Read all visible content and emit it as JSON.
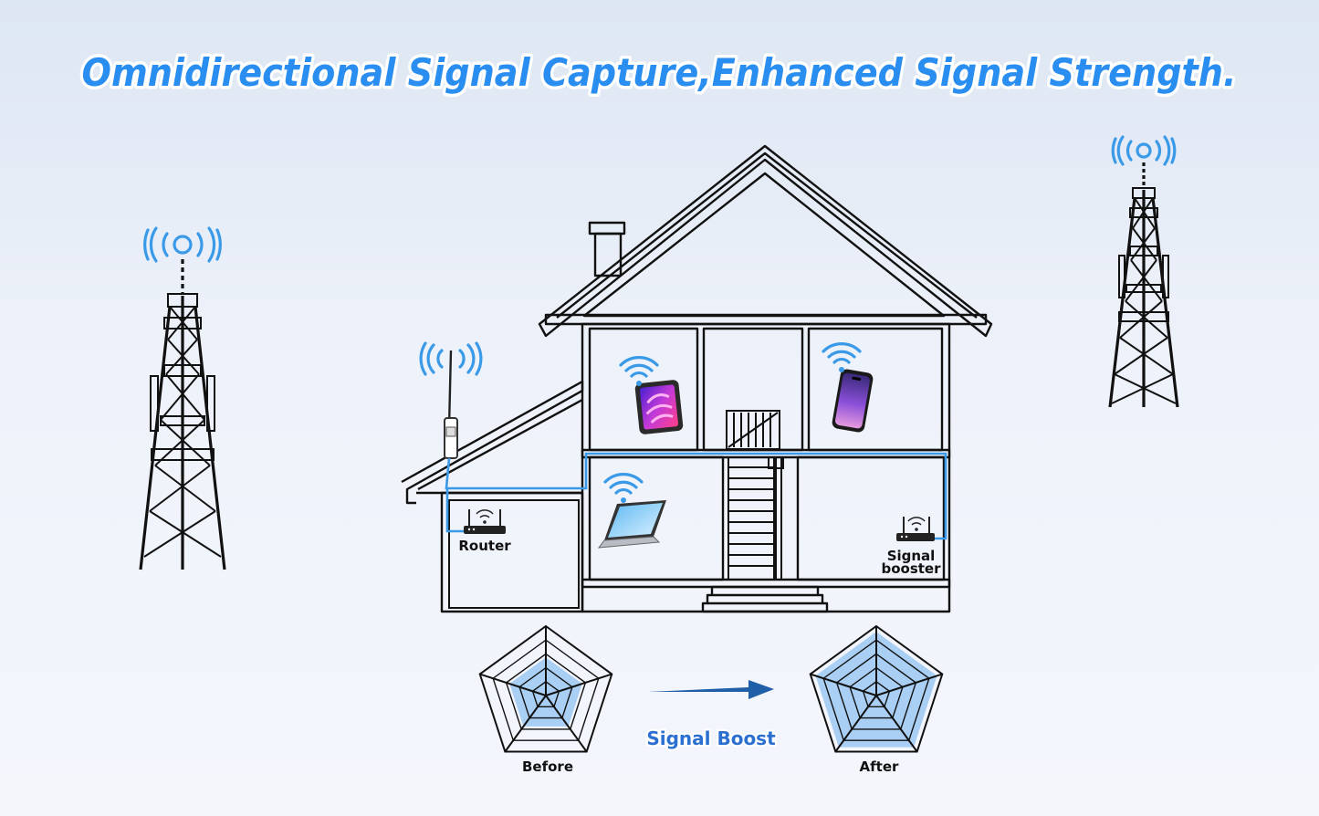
{
  "title": "Omnidirectional Signal Capture,Enhanced Signal Strength.",
  "labels": {
    "router": "Router",
    "booster_line1": "Signal",
    "booster_line2": "booster",
    "boost": "Signal Boost",
    "before": "Before",
    "after": "After"
  },
  "colors": {
    "title": "#2a8ef0",
    "signal_wave": "#3a9ae8",
    "cable": "#3a9ae8",
    "radar_fill": "#9cc8f2",
    "arrow": "#1f5fa8"
  },
  "icons": [
    "cell-tower-icon",
    "antenna-icon",
    "tablet-icon",
    "smartphone-icon",
    "laptop-icon",
    "router-icon",
    "signal-booster-icon",
    "wifi-icon"
  ],
  "radar": {
    "axes": 5,
    "rings": 5,
    "before_level": 0.55,
    "after_level": 0.92
  }
}
